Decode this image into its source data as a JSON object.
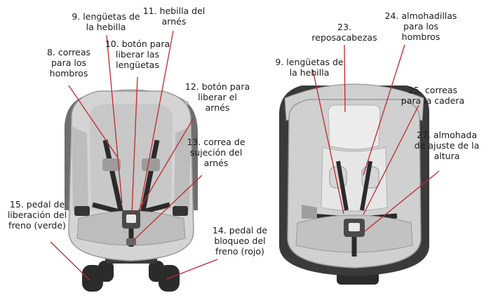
{
  "labels": {
    "l9a": "9. lengüetas de\nla hebilla",
    "l11": "11. hebilla del\narnés",
    "l10": "10. botón para\nliberar las\nlengüetas",
    "l8": "8. correas\npara los\nhombros",
    "l12": "12. botón para\nliberar el\narnés",
    "l13": "13. correa de\nsujeción del\narnés",
    "l15": "15. pedal de\nliberación del\nfreno (verde)",
    "l14": "14. pedal de\nbloqueo del\nfreno (rojo)",
    "l23": "23.\nreposacabezas",
    "l24": "24. almohadillas\npara los\nhombros",
    "l9b": "9. lengüetas de\nla hebilla",
    "l25": "25. correas\npara la cadera",
    "l27": "27. almohada\nde ajuste de la\naltura"
  },
  "colors": {
    "line": "#c0282d",
    "frame_dark": "#2a2a2a",
    "seat_light": "#d4d4d4",
    "seat_mid": "#b9b9b9",
    "seat_shadow": "#8d8d8d",
    "insert": "#e9e9e9"
  }
}
